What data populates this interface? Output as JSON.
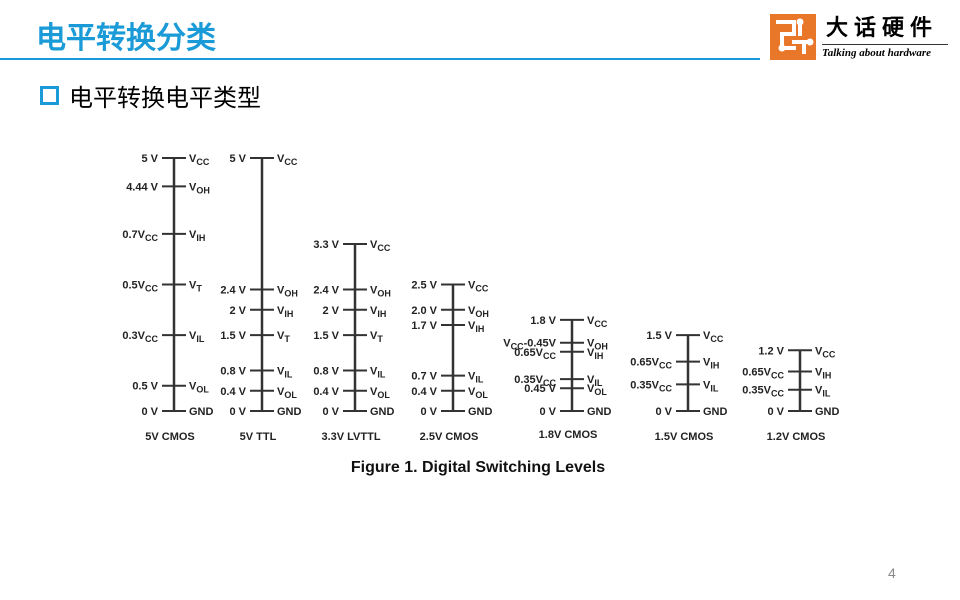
{
  "slide": {
    "title": "电平转换分类",
    "bullet": "电平转换电平类型",
    "page_number": "4"
  },
  "logo": {
    "chinese": "大话硬件",
    "english": "Talking about hardware"
  },
  "colors": {
    "accent": "#1a9bd7",
    "logo_orange": "#e8772a",
    "diagram_line": "#333333"
  },
  "figure": {
    "caption": "Figure 1. Digital Switching Levels",
    "columns": [
      {
        "name": "5V CMOS",
        "levels": [
          {
            "v": 5.0,
            "left": "5 V",
            "right": "V",
            "sub": "CC"
          },
          {
            "v": 4.44,
            "left": "4.44 V",
            "right": "V",
            "sub": "OH"
          },
          {
            "v": 3.5,
            "left": "0.7V",
            "left_sub": "CC",
            "right": "V",
            "sub": "IH"
          },
          {
            "v": 2.5,
            "left": "0.5V",
            "left_sub": "CC",
            "right": "V",
            "sub": "T"
          },
          {
            "v": 1.5,
            "left": "0.3V",
            "left_sub": "CC",
            "right": "V",
            "sub": "IL"
          },
          {
            "v": 0.5,
            "left": "0.5 V",
            "right": "V",
            "sub": "OL"
          },
          {
            "v": 0.0,
            "left": "0 V",
            "right": "GND",
            "sub": ""
          }
        ]
      },
      {
        "name": "5V TTL",
        "levels": [
          {
            "v": 5.0,
            "left": "5 V",
            "right": "V",
            "sub": "CC"
          },
          {
            "v": 2.4,
            "left": "2.4 V",
            "right": "V",
            "sub": "OH"
          },
          {
            "v": 2.0,
            "left": "2 V",
            "right": "V",
            "sub": "IH"
          },
          {
            "v": 1.5,
            "left": "1.5 V",
            "right": "V",
            "sub": "T"
          },
          {
            "v": 0.8,
            "left": "0.8 V",
            "right": "V",
            "sub": "IL"
          },
          {
            "v": 0.4,
            "left": "0.4 V",
            "right": "V",
            "sub": "OL"
          },
          {
            "v": 0.0,
            "left": "0 V",
            "right": "GND",
            "sub": ""
          }
        ]
      },
      {
        "name": "3.3V LVTTL",
        "levels": [
          {
            "v": 3.3,
            "left": "3.3 V",
            "right": "V",
            "sub": "CC"
          },
          {
            "v": 2.4,
            "left": "2.4 V",
            "right": "V",
            "sub": "OH"
          },
          {
            "v": 2.0,
            "left": "2 V",
            "right": "V",
            "sub": "IH"
          },
          {
            "v": 1.5,
            "left": "1.5 V",
            "right": "V",
            "sub": "T"
          },
          {
            "v": 0.8,
            "left": "0.8 V",
            "right": "V",
            "sub": "IL"
          },
          {
            "v": 0.4,
            "left": "0.4 V",
            "right": "V",
            "sub": "OL"
          },
          {
            "v": 0.0,
            "left": "0 V",
            "right": "GND",
            "sub": ""
          }
        ]
      },
      {
        "name": "2.5V CMOS",
        "levels": [
          {
            "v": 2.5,
            "left": "2.5 V",
            "right": "V",
            "sub": "CC"
          },
          {
            "v": 2.0,
            "left": "2.0 V",
            "right": "V",
            "sub": "OH"
          },
          {
            "v": 1.7,
            "left": "1.7 V",
            "right": "V",
            "sub": "IH"
          },
          {
            "v": 0.7,
            "left": "0.7 V",
            "right": "V",
            "sub": "IL"
          },
          {
            "v": 0.4,
            "left": "0.4 V",
            "right": "V",
            "sub": "OL"
          },
          {
            "v": 0.0,
            "left": "0 V",
            "right": "GND",
            "sub": ""
          }
        ]
      },
      {
        "name": "1.8V CMOS",
        "levels": [
          {
            "v": 1.8,
            "left": "1.8 V",
            "right": "V",
            "sub": "CC"
          },
          {
            "v": 1.35,
            "left": "V",
            "left_sub": "CC",
            "left_suffix": "-0.45V",
            "right": "V",
            "sub": "OH"
          },
          {
            "v": 1.17,
            "left": "0.65V",
            "left_sub": "CC",
            "right": "V",
            "sub": "IH"
          },
          {
            "v": 0.63,
            "left": "0.35V",
            "left_sub": "CC",
            "right": "V",
            "sub": "IL"
          },
          {
            "v": 0.45,
            "left": "0.45 V",
            "right": "V",
            "sub": "OL"
          },
          {
            "v": 0.0,
            "left": "0 V",
            "right": "GND",
            "sub": ""
          }
        ]
      },
      {
        "name": "1.5V CMOS",
        "levels": [
          {
            "v": 1.5,
            "left": "1.5 V",
            "right": "V",
            "sub": "CC"
          },
          {
            "v": 0.975,
            "left": "0.65V",
            "left_sub": "CC",
            "right": "V",
            "sub": "IH"
          },
          {
            "v": 0.525,
            "left": "0.35V",
            "left_sub": "CC",
            "right": "V",
            "sub": "IL"
          },
          {
            "v": 0.0,
            "left": "0 V",
            "right": "GND",
            "sub": ""
          }
        ]
      },
      {
        "name": "1.2V CMOS",
        "levels": [
          {
            "v": 1.2,
            "left": "1.2 V",
            "right": "V",
            "sub": "CC"
          },
          {
            "v": 0.78,
            "left": "0.65V",
            "left_sub": "CC",
            "right": "V",
            "sub": "IH"
          },
          {
            "v": 0.42,
            "left": "0.35V",
            "left_sub": "CC",
            "right": "V",
            "sub": "IL"
          },
          {
            "v": 0.0,
            "left": "0 V",
            "right": "GND",
            "sub": ""
          }
        ]
      }
    ]
  }
}
